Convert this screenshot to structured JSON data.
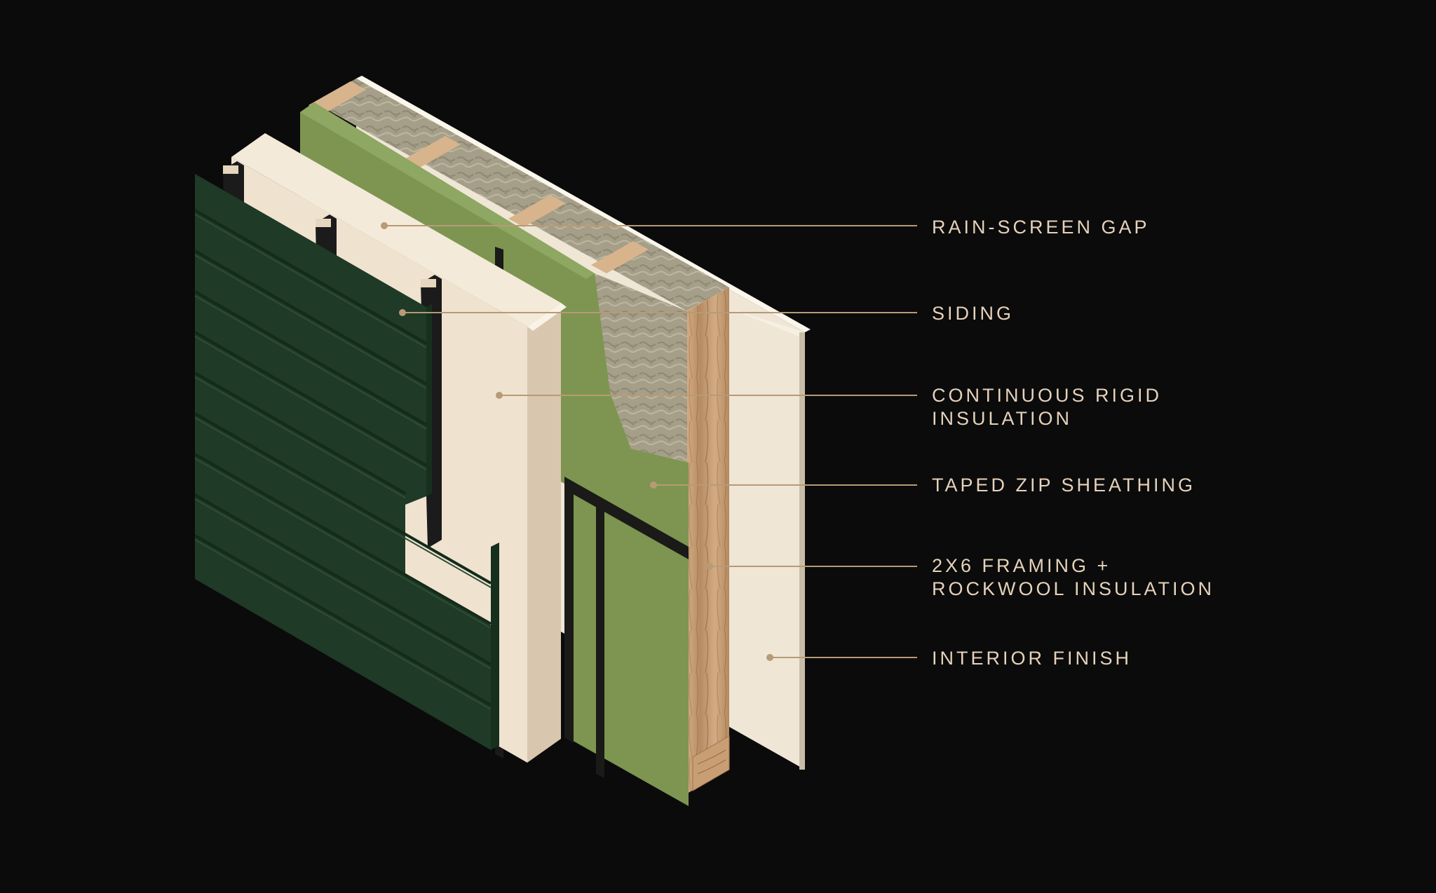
{
  "colors": {
    "background": "#0b0b0b",
    "leader": "#b79a76",
    "label": "#e6d2bb",
    "siding": "#1f3a26",
    "rigid_insulation": "#f2e6d5",
    "zip_sheathing": "#7e9651",
    "stud_wood": "#c9a27a",
    "rockwool": "#a69f8a",
    "interior_finish": "#f2ebdf"
  },
  "callouts": [
    {
      "id": "rain-screen-gap",
      "lines": [
        "RAIN-SCREEN GAP"
      ]
    },
    {
      "id": "siding",
      "lines": [
        "SIDING"
      ]
    },
    {
      "id": "continuous-rigid-insulation",
      "lines": [
        "CONTINUOUS RIGID",
        "INSULATION"
      ]
    },
    {
      "id": "taped-zip-sheathing",
      "lines": [
        "TAPED ZIP SHEATHING"
      ]
    },
    {
      "id": "framing-rockwool",
      "lines": [
        "2X6 FRAMING +",
        "ROCKWOOL INSULATION"
      ]
    },
    {
      "id": "interior-finish",
      "lines": [
        "INTERIOR FINISH"
      ]
    }
  ]
}
